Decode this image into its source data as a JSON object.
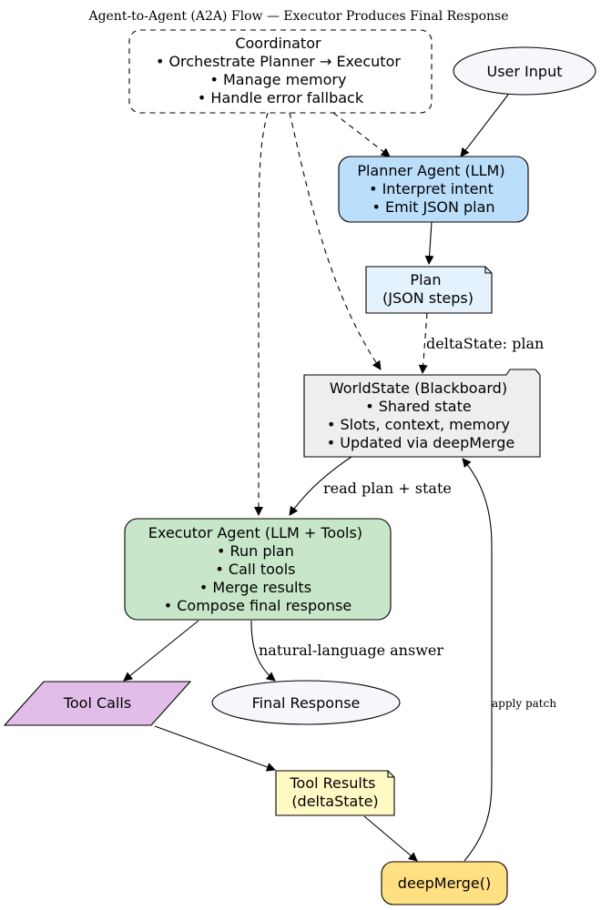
{
  "title": "Agent-to-Agent (A2A) Flow — Executor Produces Final Response",
  "colors": {
    "planner": "#bbdefb",
    "plan": "#e3f2fd",
    "worldstate": "#eeeeee",
    "executor": "#c8e6c9",
    "toolcalls": "#e1bee7",
    "toolresults": "#fff9c4",
    "deepmerge": "#ffe082",
    "ellipse": "#f5f7fa",
    "coordinator": "#ffffff"
  },
  "nodes": {
    "coordinator": {
      "lines": [
        "Coordinator",
        "• Orchestrate Planner → Executor",
        "• Manage memory",
        "• Handle error fallback"
      ]
    },
    "user_input": {
      "lines": [
        "User Input"
      ]
    },
    "planner": {
      "lines": [
        "Planner Agent (LLM)",
        "• Interpret intent",
        "• Emit JSON plan"
      ]
    },
    "plan": {
      "lines": [
        "Plan",
        "(JSON steps)"
      ]
    },
    "worldstate": {
      "lines": [
        "WorldState (Blackboard)",
        "• Shared state",
        "• Slots, context, memory",
        "• Updated via deepMerge"
      ]
    },
    "executor": {
      "lines": [
        "Executor Agent (LLM + Tools)",
        "• Run plan",
        "• Call tools",
        "• Merge results",
        "• Compose final response"
      ]
    },
    "tool_calls": {
      "lines": [
        "Tool Calls"
      ]
    },
    "final_response": {
      "lines": [
        "Final Response"
      ]
    },
    "tool_results": {
      "lines": [
        "Tool Results",
        "(deltaState)"
      ]
    },
    "deepmerge": {
      "lines": [
        "deepMerge()"
      ]
    }
  },
  "edge_labels": {
    "delta_plan": "deltaState: plan",
    "read_plan": "read plan + state",
    "nl_answer": "natural-language answer",
    "apply_patch": "apply patch"
  }
}
